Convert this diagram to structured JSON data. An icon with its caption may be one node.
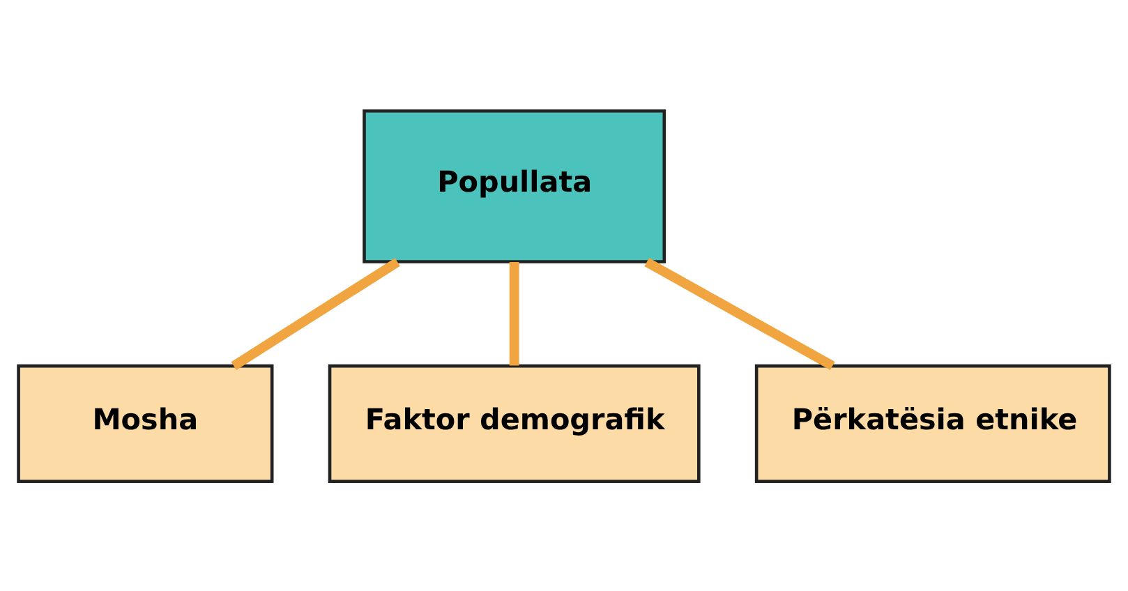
{
  "diagram": {
    "nodes": [
      {
        "text": [
          "Popullata"
        ]
      },
      {
        "text": [
          "Mosha"
        ]
      },
      {
        "text": [
          "Faktor demografik"
        ]
      },
      {
        "text": [
          "Përkatësia etnike"
        ]
      }
    ],
    "edges": [
      {
        "from": 0,
        "to": 1,
        "arrow": "none"
      },
      {
        "from": 0,
        "to": 2,
        "arrow": "none"
      },
      {
        "from": 0,
        "to": 3,
        "arrow": "none"
      }
    ]
  }
}
